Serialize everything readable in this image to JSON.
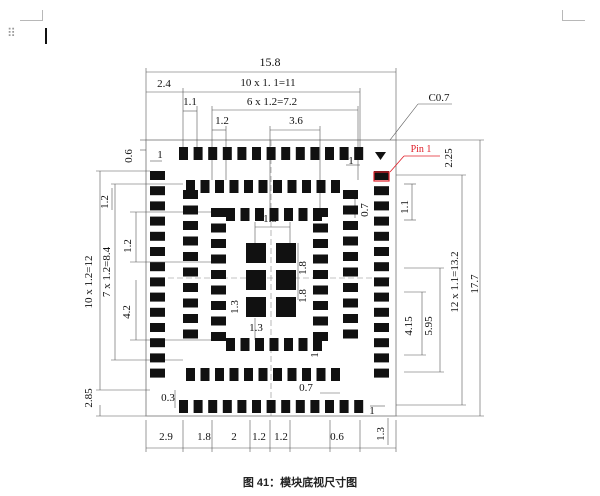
{
  "editor": {
    "drag_handle_icon": "drag-handle-icon",
    "cursor": "text-cursor"
  },
  "drawing": {
    "dims": {
      "overall_width": "15.8",
      "left_offset": "2.4",
      "top_pitch_total": "10 x  1. 1=11",
      "top_pitch_small": "1.1",
      "inner_pitch_total": "6 x 1.2=7.2",
      "inner_pitch": "1.2",
      "inner_span": "3.6",
      "top_edge": "0.6",
      "pin_width_top": "1",
      "pin_width_right": "1",
      "chamfer": "C0.7",
      "pin1": "Pin 1",
      "right_offset": "2.25",
      "right_gap": "0.7",
      "right_pitch": "1.1",
      "center_pad": "1.8",
      "left_pitch": "1.2",
      "left_pitch_2": "1.2",
      "left_total_outer": "10 x 1.2=12",
      "left_total_inner": "7 x 1.2=8.4",
      "left_4_2": "4.2",
      "center_pad_v1": "1.8",
      "center_pad_v2": "1.8",
      "center_gap": "1.3",
      "center_gap_h": "1.3",
      "inner_1": "1",
      "right_pitch_total": "12 x 1.1=13.2",
      "overall_height": "17.7",
      "right_4_15": "4.15",
      "right_5_95": "5.95",
      "bottom_left": "2.85",
      "bottom_0_3": "0.3",
      "bottom_0_7": "0.7",
      "bottom_1": "1",
      "bottom_2_9": "2.9",
      "bottom_1_8": "1.8",
      "bottom_2": "2",
      "bottom_1_2a": "1.2",
      "bottom_1_2b": "1.2",
      "bottom_0_6": "0.6",
      "bottom_1_3": "1.3"
    }
  },
  "caption": "图 41：模块底视尺寸图",
  "colors": {
    "ink": "#111111",
    "pin1_accent": "#e0202a",
    "guide": "#555555"
  }
}
